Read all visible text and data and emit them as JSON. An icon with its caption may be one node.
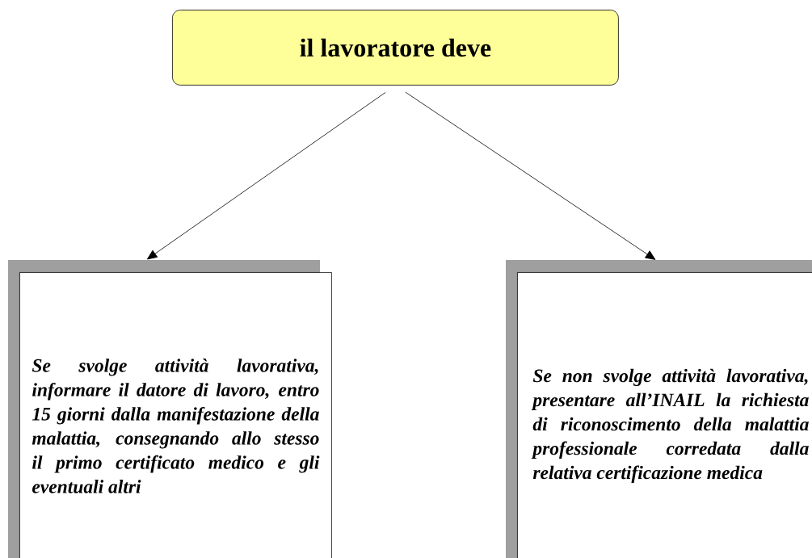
{
  "diagram": {
    "nodes": [
      {
        "text": [
          "il lavoratore deve"
        ]
      },
      {
        "text": [
          "Se svolge attività lavorativa, informare il datore di lavoro, entro 15 giorni dalla manifestazione della malattia, consegnando allo stesso il primo certificato medico e gli eventuali altri"
        ]
      },
      {
        "text": [
          "Se non svolge attività lavorativa, presentare all’INAIL la richiesta di riconoscimento della malattia professionale corredata dalla relativa certificazione medica"
        ]
      }
    ],
    "edges": [
      {
        "from": 0,
        "to": 1,
        "arrow": "to"
      },
      {
        "from": 0,
        "to": 2,
        "arrow": "to"
      }
    ]
  }
}
